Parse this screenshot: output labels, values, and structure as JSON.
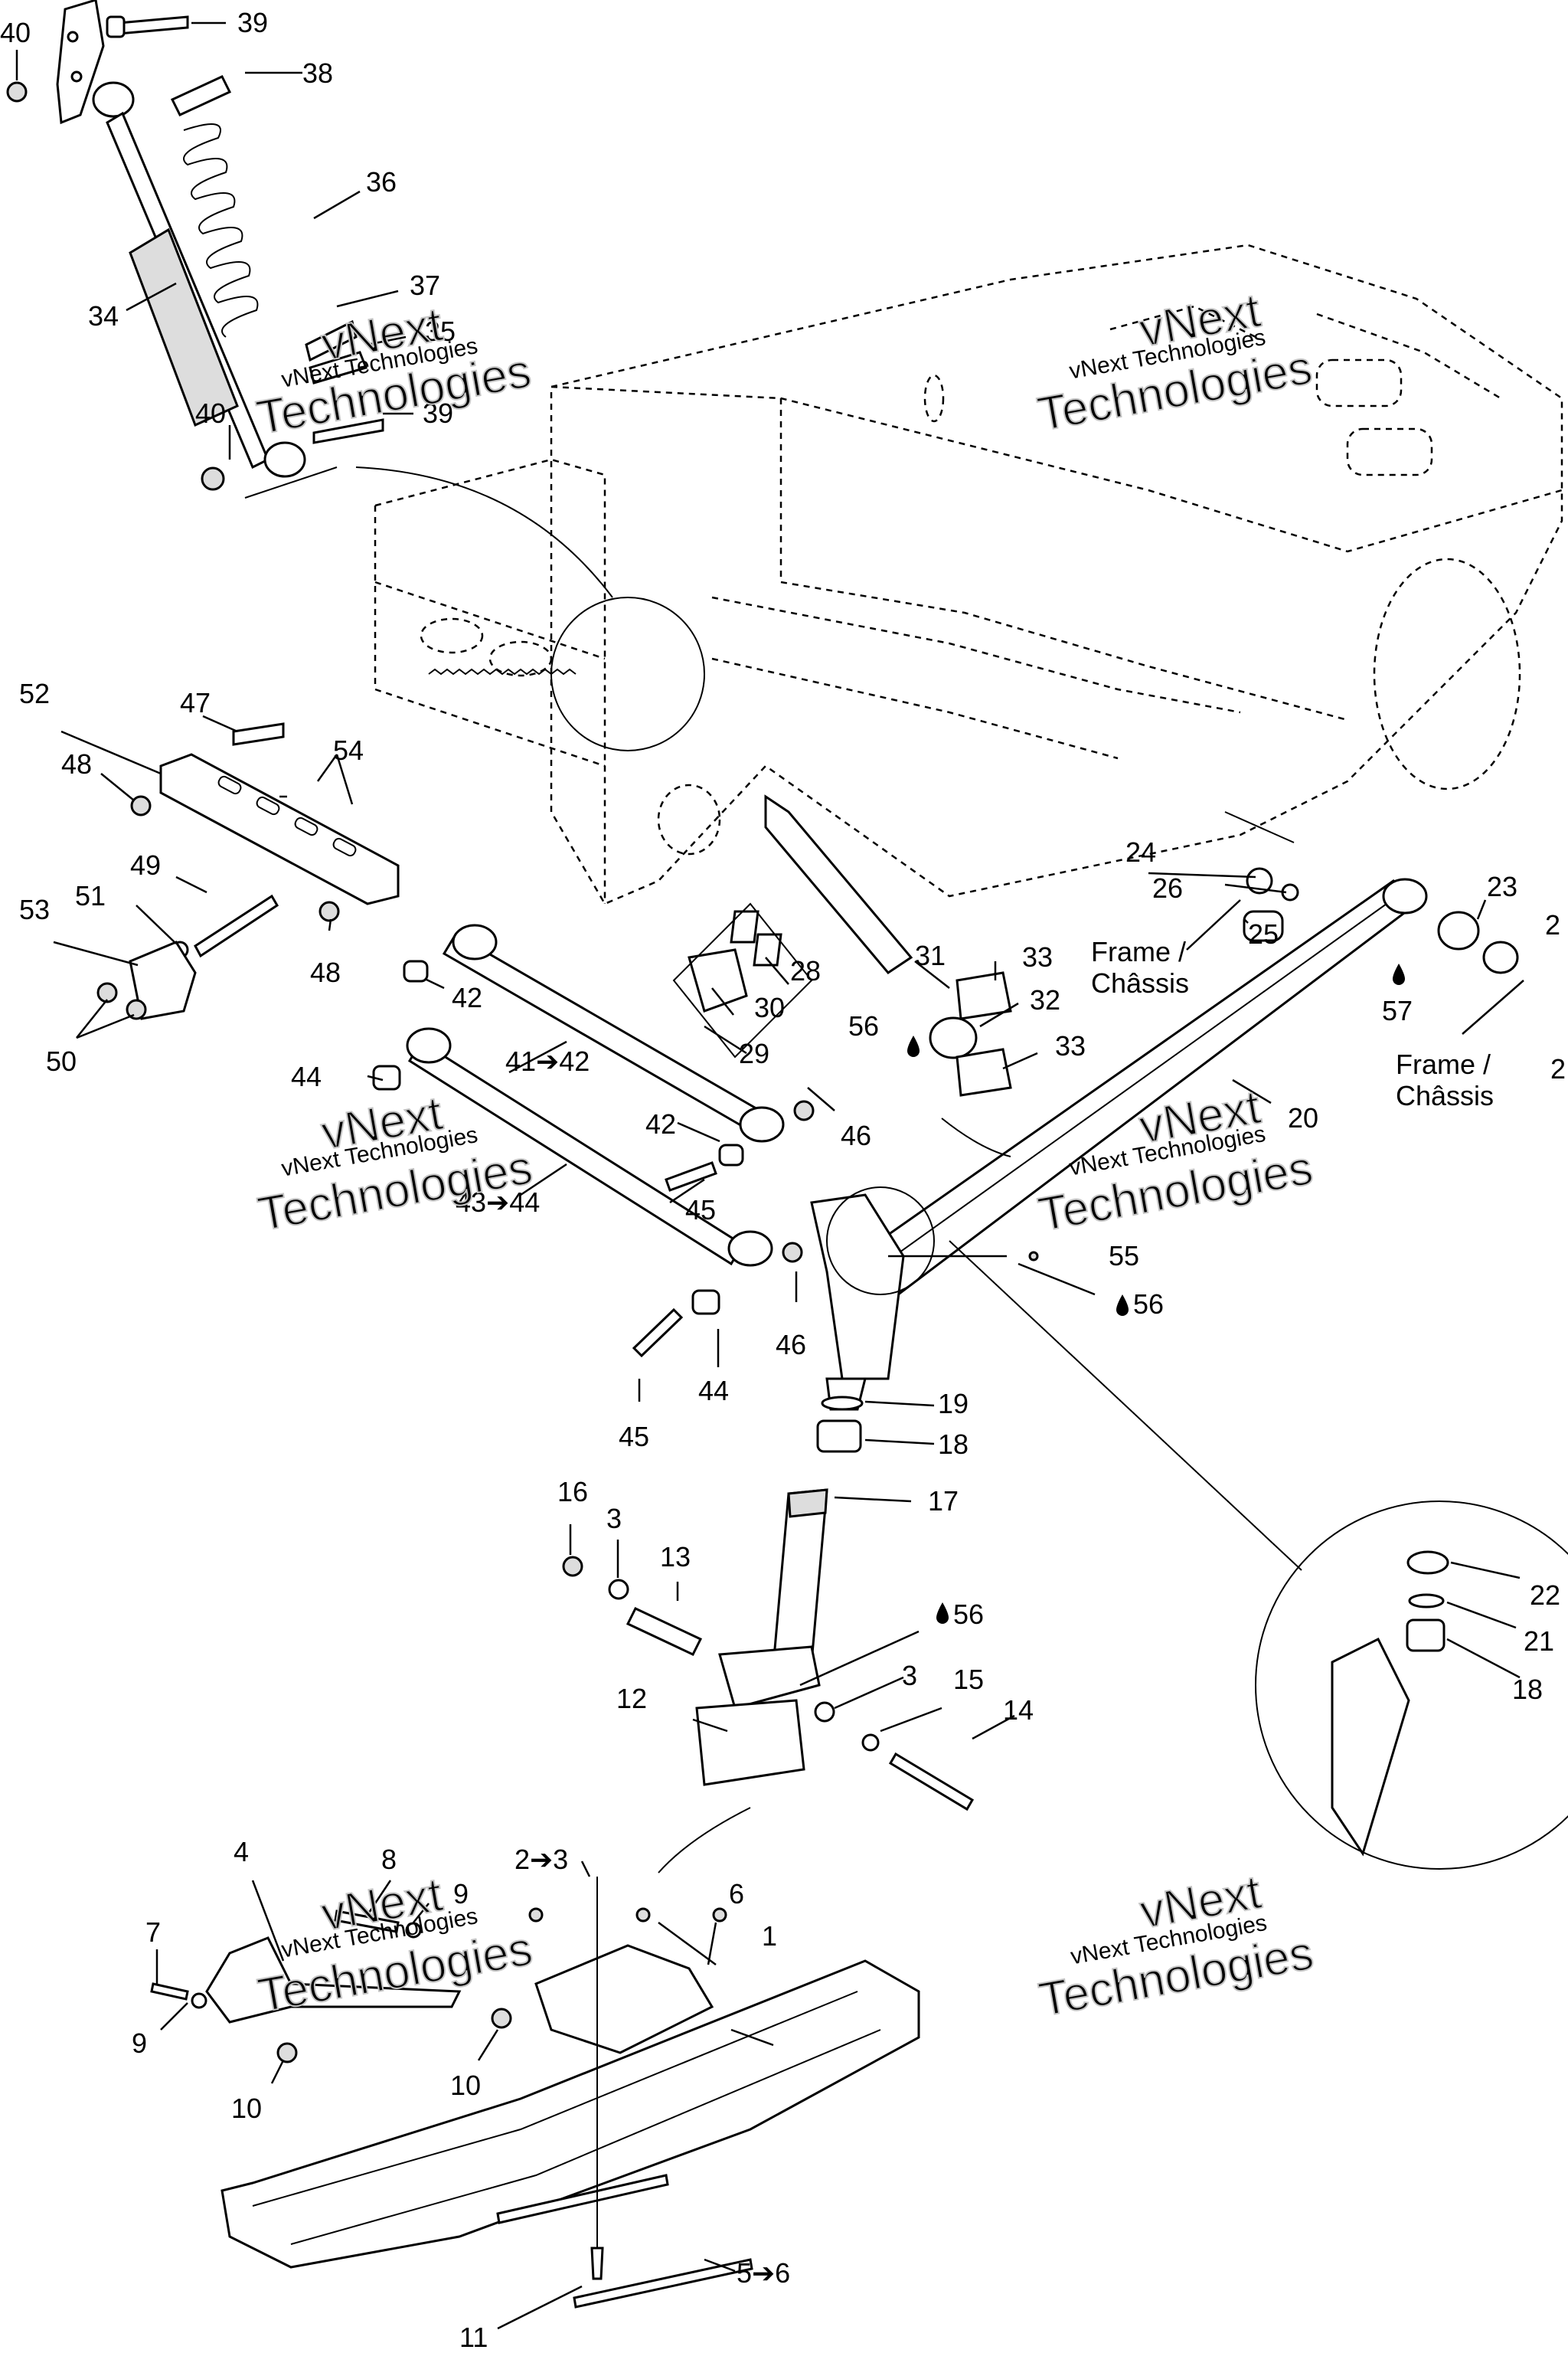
{
  "callouts": [
    {
      "id": "c1",
      "text": "1"
    },
    {
      "id": "c2-3",
      "text": "2➔3"
    },
    {
      "id": "c3a",
      "text": "3"
    },
    {
      "id": "c3b",
      "text": "3"
    },
    {
      "id": "c4",
      "text": "4"
    },
    {
      "id": "c5-6",
      "text": "5➔6"
    },
    {
      "id": "c6",
      "text": "6"
    },
    {
      "id": "c7",
      "text": "7"
    },
    {
      "id": "c8",
      "text": "8"
    },
    {
      "id": "c9a",
      "text": "9"
    },
    {
      "id": "c9b",
      "text": "9"
    },
    {
      "id": "c10a",
      "text": "10"
    },
    {
      "id": "c10b",
      "text": "10"
    },
    {
      "id": "c11",
      "text": "11"
    },
    {
      "id": "c12",
      "text": "12"
    },
    {
      "id": "c13",
      "text": "13"
    },
    {
      "id": "c14",
      "text": "14"
    },
    {
      "id": "c15",
      "text": "15"
    },
    {
      "id": "c16",
      "text": "16"
    },
    {
      "id": "c17",
      "text": "17"
    },
    {
      "id": "c18a",
      "text": "18"
    },
    {
      "id": "c18b",
      "text": "18"
    },
    {
      "id": "c19",
      "text": "19"
    },
    {
      "id": "c20",
      "text": "20"
    },
    {
      "id": "c21",
      "text": "21"
    },
    {
      "id": "c22",
      "text": "22"
    },
    {
      "id": "c23",
      "text": "23"
    },
    {
      "id": "c24",
      "text": "24"
    },
    {
      "id": "c25",
      "text": "25"
    },
    {
      "id": "c26",
      "text": "26"
    },
    {
      "id": "c27a",
      "text": "2"
    },
    {
      "id": "c27b",
      "text": "2"
    },
    {
      "id": "c28",
      "text": "28"
    },
    {
      "id": "c29",
      "text": "29"
    },
    {
      "id": "c30",
      "text": "30"
    },
    {
      "id": "c31",
      "text": "31"
    },
    {
      "id": "c32",
      "text": "32"
    },
    {
      "id": "c33a",
      "text": "33"
    },
    {
      "id": "c33b",
      "text": "33"
    },
    {
      "id": "c34",
      "text": "34"
    },
    {
      "id": "c35",
      "text": "35"
    },
    {
      "id": "c36",
      "text": "36"
    },
    {
      "id": "c37",
      "text": "37"
    },
    {
      "id": "c38",
      "text": "38"
    },
    {
      "id": "c39a",
      "text": "39"
    },
    {
      "id": "c39b",
      "text": "39"
    },
    {
      "id": "c40a",
      "text": "40"
    },
    {
      "id": "c40b",
      "text": "40"
    },
    {
      "id": "c41-42",
      "text": "41➔42"
    },
    {
      "id": "c42a",
      "text": "42"
    },
    {
      "id": "c42b",
      "text": "42"
    },
    {
      "id": "c43-44",
      "text": "43➔44"
    },
    {
      "id": "c44a",
      "text": "44"
    },
    {
      "id": "c44b",
      "text": "44"
    },
    {
      "id": "c45a",
      "text": "45"
    },
    {
      "id": "c45b",
      "text": "45"
    },
    {
      "id": "c46a",
      "text": "46"
    },
    {
      "id": "c46b",
      "text": "46"
    },
    {
      "id": "c47",
      "text": "47"
    },
    {
      "id": "c48a",
      "text": "48"
    },
    {
      "id": "c48b",
      "text": "48"
    },
    {
      "id": "c49",
      "text": "49"
    },
    {
      "id": "c50",
      "text": "50"
    },
    {
      "id": "c51",
      "text": "51"
    },
    {
      "id": "c52",
      "text": "52"
    },
    {
      "id": "c53",
      "text": "53"
    },
    {
      "id": "c54",
      "text": "54"
    },
    {
      "id": "c55",
      "text": "55"
    },
    {
      "id": "c56a",
      "text": "56"
    },
    {
      "id": "c56b",
      "text": "56"
    },
    {
      "id": "c56c",
      "text": "56"
    },
    {
      "id": "c57",
      "text": "57"
    }
  ],
  "frame_labels": {
    "left_line1": "Frame /",
    "left_line2": "Châssis",
    "right_line1": "Frame /",
    "right_line2": "Châssis"
  },
  "watermark": {
    "brand": "vNext Technologies",
    "line1": "vNext",
    "line2": "Technologies"
  },
  "icons": [
    "lubricant-drop-icon",
    "replacement-arrow-icon"
  ]
}
